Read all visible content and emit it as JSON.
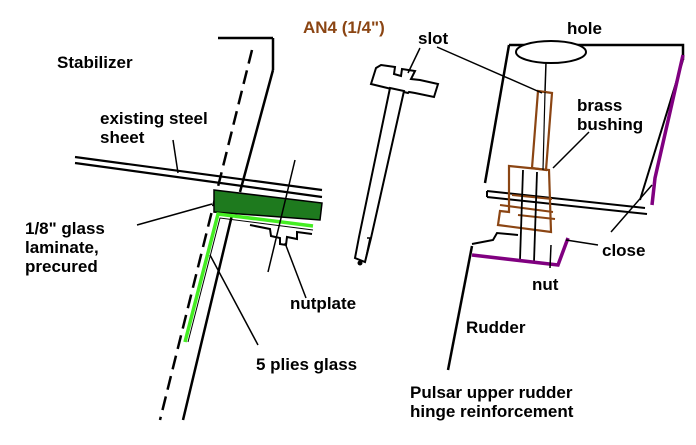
{
  "labels": {
    "stabilizer": "Stabilizer",
    "existing_steel_sheet": "existing steel\nsheet",
    "glass_laminate": "1/8\" glass\nlaminate,\nprecured",
    "nutplate": "nutplate",
    "plies_glass": "5 plies glass",
    "an4_bolt": "AN4 (1/4\")",
    "slot": "slot",
    "hole": "hole",
    "brass_bushing": "brass\nbushing",
    "close": "close",
    "nut": "nut",
    "rudder": "Rudder",
    "caption": "Pulsar upper rudder\nhinge reinforcement"
  },
  "colors": {
    "line": "#000000",
    "laminate_fill": "#1e7a1e",
    "glass_plies": "#44ee22",
    "bolt_text": "#8b4513",
    "bushing": "#8b4513",
    "close_line": "#800080"
  }
}
